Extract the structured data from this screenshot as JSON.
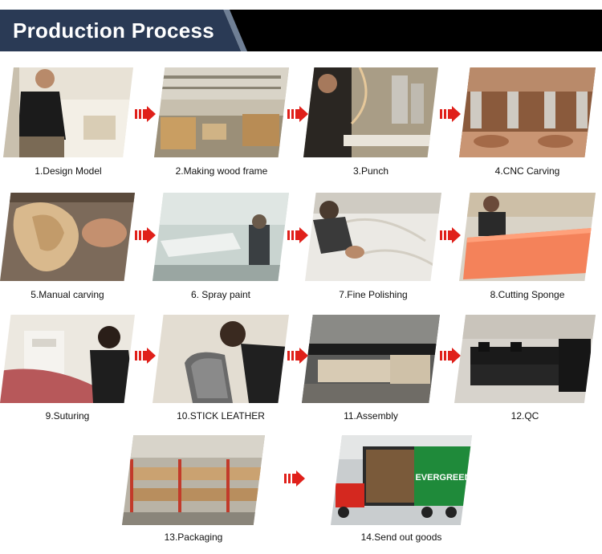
{
  "header": {
    "title": "Production Process"
  },
  "colors": {
    "arrow": "#e0201a",
    "header_bg": "#000000",
    "header_tab": "#2a3a55"
  },
  "steps": [
    {
      "label": "1.Design Model"
    },
    {
      "label": "2.Making wood frame"
    },
    {
      "label": "3.Punch"
    },
    {
      "label": "4.CNC Carving"
    },
    {
      "label": "5.Manual carving"
    },
    {
      "label": "6. Spray paint"
    },
    {
      "label": "7.Fine Polishing"
    },
    {
      "label": "8.Cutting Sponge"
    },
    {
      "label": "9.Suturing"
    },
    {
      "label": "10.STICK LEATHER"
    },
    {
      "label": "11.Assembly"
    },
    {
      "label": "12.QC"
    },
    {
      "label": "13.Packaging"
    },
    {
      "label": "14.Send out goods"
    }
  ],
  "container_brand": "EVERGREEN"
}
